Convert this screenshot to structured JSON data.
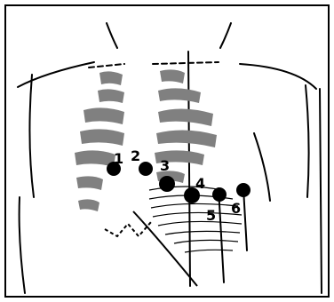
{
  "figure": {
    "labels": [
      "1",
      "2",
      "3",
      "4",
      "5",
      "6"
    ]
  },
  "colors": {
    "ink": "#000000",
    "rib_fill": "#808080",
    "background": "#ffffff"
  }
}
